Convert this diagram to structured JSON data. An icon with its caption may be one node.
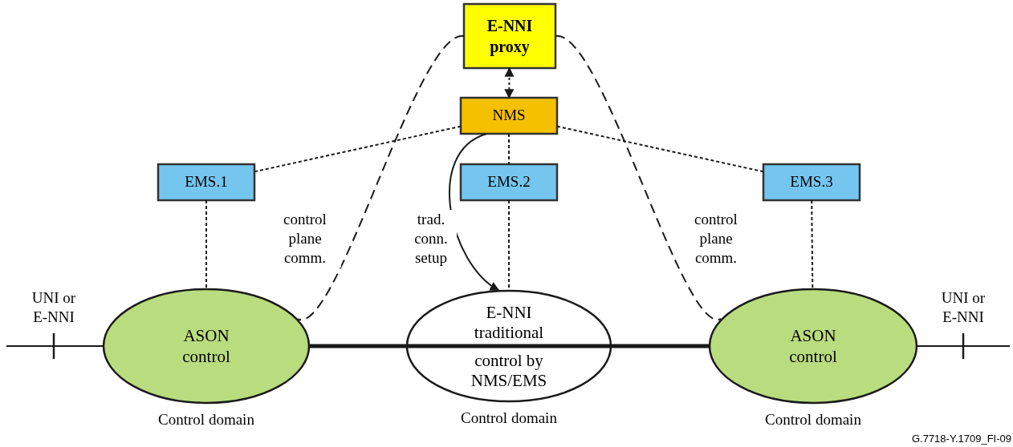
{
  "diagram": {
    "nodes": [
      {
        "text": [
          "E-NNI proxy"
        ]
      },
      {
        "text": [
          "NMS"
        ]
      },
      {
        "text": [
          "EMS.1"
        ]
      },
      {
        "text": [
          "EMS.2"
        ]
      },
      {
        "text": [
          "EMS.3"
        ]
      },
      {
        "text": [
          "ASON control"
        ],
        "beside": [
          "Control domain"
        ]
      },
      {
        "text": [
          "E-NNI traditional",
          "control by NMS/EMS"
        ],
        "beside": [
          "Control domain"
        ]
      },
      {
        "text": [
          "ASON control"
        ],
        "beside": [
          "Control domain"
        ]
      }
    ],
    "edges": [
      {
        "from": 0,
        "to": 1,
        "arrow": "both",
        "style": "dashed"
      },
      {
        "from": 1,
        "to": 2,
        "arrow": "none",
        "style": "dashed"
      },
      {
        "from": 1,
        "to": 3,
        "arrow": "none",
        "style": "dashed"
      },
      {
        "from": 1,
        "to": 4,
        "arrow": "none",
        "style": "dashed"
      },
      {
        "from": 2,
        "to": 5,
        "arrow": "none",
        "style": "dashed"
      },
      {
        "from": 3,
        "to": 6,
        "arrow": "none",
        "style": "dashed"
      },
      {
        "from": 4,
        "to": 7,
        "arrow": "none",
        "style": "dashed"
      },
      {
        "from": 0,
        "to": 5,
        "arrow": "none",
        "style": "dashed",
        "label": "control plane comm."
      },
      {
        "from": 0,
        "to": 7,
        "arrow": "none",
        "style": "dashed",
        "label": "control plane comm."
      },
      {
        "from": 1,
        "to": 6,
        "arrow": "to",
        "label": "trad. conn. setup"
      },
      {
        "from": 5,
        "to": 6,
        "arrow": "none",
        "style": "thick"
      },
      {
        "from": 6,
        "to": 7,
        "arrow": "none",
        "style": "thick"
      },
      {
        "from": null,
        "to": 5,
        "arrow": "none"
      },
      {
        "from": 7,
        "to": null,
        "arrow": "none"
      }
    ],
    "labels": [
      "UNI or E-NNI",
      "UNI or E-NNI",
      "G.7718-Y.1709_FI-09"
    ]
  }
}
